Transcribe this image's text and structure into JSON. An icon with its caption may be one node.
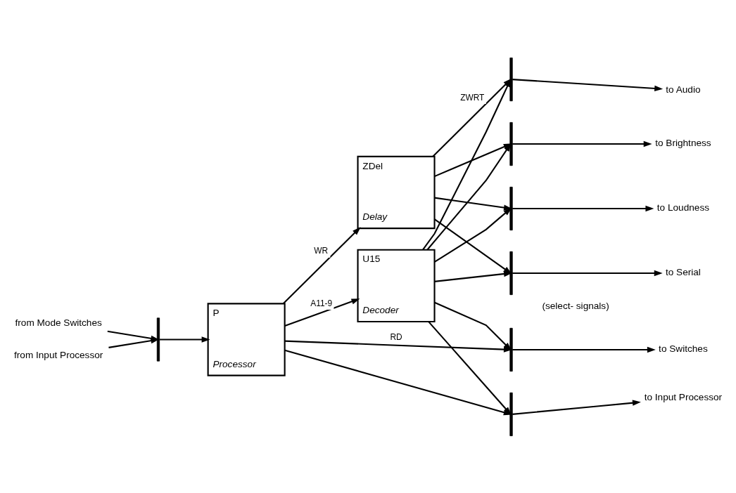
{
  "diagram": {
    "nodes": [
      {
        "text": [
          "from Mode Switches"
        ]
      },
      {
        "text": [
          "from Input Processor"
        ]
      },
      {
        "text": [],
        "shape": "bar"
      },
      {
        "text": [
          "P",
          "Processor"
        ]
      },
      {
        "text": [
          "ZDel",
          "Delay"
        ]
      },
      {
        "text": [
          "U15",
          "Decoder"
        ]
      },
      {
        "text": [],
        "shape": "bar"
      },
      {
        "text": [],
        "shape": "bar"
      },
      {
        "text": [],
        "shape": "bar"
      },
      {
        "text": [],
        "shape": "bar"
      },
      {
        "text": [],
        "shape": "bar"
      },
      {
        "text": [],
        "shape": "bar"
      },
      {
        "text": [
          "to Audio"
        ]
      },
      {
        "text": [
          "to Brightness"
        ]
      },
      {
        "text": [
          "to Loudness"
        ]
      },
      {
        "text": [
          "to Serial"
        ]
      },
      {
        "text": [
          "to Switches"
        ]
      },
      {
        "text": [
          "to Input Processor"
        ]
      }
    ],
    "edges": [
      {
        "from": 0,
        "to": 2,
        "arrow": "to"
      },
      {
        "from": 1,
        "to": 2,
        "arrow": "to"
      },
      {
        "from": 2,
        "to": 3,
        "arrow": "to"
      },
      {
        "from": 3,
        "to": 4,
        "arrow": "to",
        "label": "WR"
      },
      {
        "from": 3,
        "to": 5,
        "arrow": "to",
        "label": "A11-9"
      },
      {
        "from": 4,
        "to": 6,
        "arrow": "to",
        "label": "ZWRT"
      },
      {
        "from": 4,
        "to": 7,
        "arrow": "to"
      },
      {
        "from": 4,
        "to": 8,
        "arrow": "to"
      },
      {
        "from": 4,
        "to": 9,
        "arrow": "to"
      },
      {
        "from": 5,
        "to": 6,
        "arrow": "to"
      },
      {
        "from": 5,
        "to": 7,
        "arrow": "to"
      },
      {
        "from": 5,
        "to": 8,
        "arrow": "to"
      },
      {
        "from": 5,
        "to": 9,
        "arrow": "to"
      },
      {
        "from": 5,
        "to": 10,
        "arrow": "to"
      },
      {
        "from": 5,
        "to": 11,
        "arrow": "to"
      },
      {
        "from": 3,
        "to": 10,
        "arrow": "to",
        "label": "RD"
      },
      {
        "from": 3,
        "to": 11,
        "arrow": "to"
      },
      {
        "from": 6,
        "to": 12,
        "arrow": "to"
      },
      {
        "from": 7,
        "to": 13,
        "arrow": "to"
      },
      {
        "from": 8,
        "to": 14,
        "arrow": "to"
      },
      {
        "from": 9,
        "to": 15,
        "arrow": "to"
      },
      {
        "from": 10,
        "to": 16,
        "arrow": "to"
      },
      {
        "from": 11,
        "to": 17,
        "arrow": "to"
      }
    ],
    "labels": [
      "(select- signals)"
    ]
  }
}
